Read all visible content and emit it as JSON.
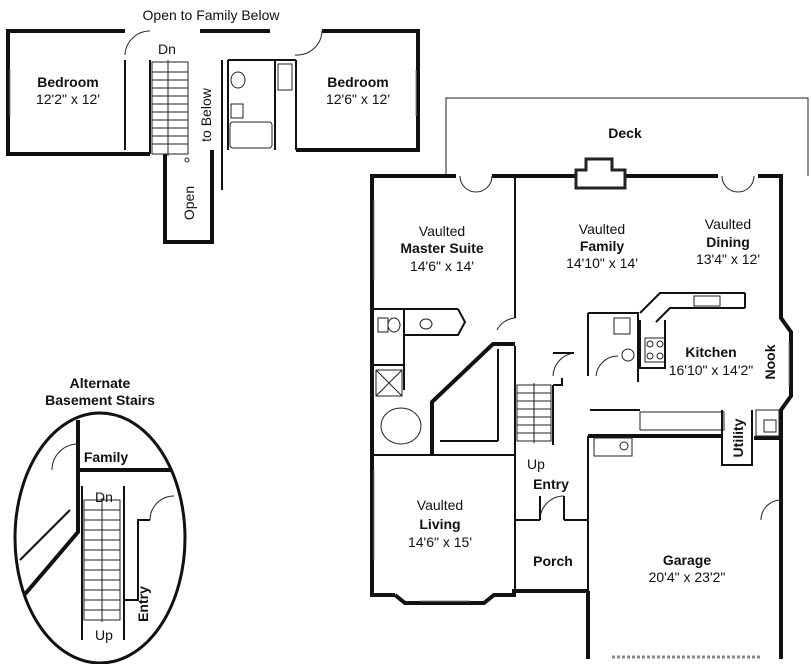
{
  "upper_floor": {
    "open_to_family": "Open to Family Below",
    "down": "Dn",
    "open_word": "Open",
    "to_below": "to Below",
    "bedroom_left": {
      "name": "Bedroom",
      "size": "12'2\" x 12'"
    },
    "bedroom_right": {
      "name": "Bedroom",
      "size": "12'6\" x 12'"
    }
  },
  "deck": "Deck",
  "master": {
    "line1": "Vaulted",
    "name": "Master Suite",
    "size": "14'6\" x 14'"
  },
  "family": {
    "line1": "Vaulted",
    "name": "Family",
    "size": "14'10\" x 14'"
  },
  "dining": {
    "line1": "Vaulted",
    "name": "Dining",
    "size": "13'4\" x 12'"
  },
  "kitchen": {
    "name": "Kitchen",
    "size": "16'10\" x 14'2\""
  },
  "nook": "Nook",
  "utility": "Utility",
  "entry": "Entry",
  "up": "Up",
  "living": {
    "line1": "Vaulted",
    "name": "Living",
    "size": "14'6\" x 15'"
  },
  "porch": "Porch",
  "garage": {
    "name": "Garage",
    "size": "20'4\" x 23'2\""
  },
  "alternate": {
    "title_line1": "Alternate",
    "title_line2": "Basement Stairs",
    "family": "Family",
    "down": "Dn",
    "up": "Up",
    "entry": "Entry"
  }
}
